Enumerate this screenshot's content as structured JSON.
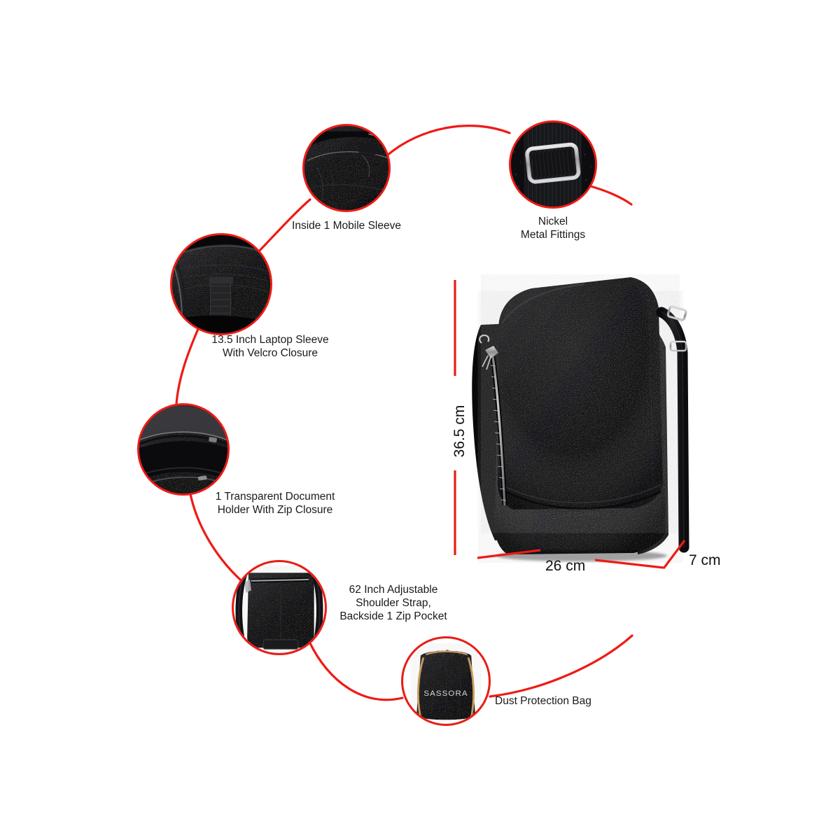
{
  "product": {
    "brand": "SASSORA",
    "type": "leather-messenger-bag",
    "color_hex": "#101010"
  },
  "theme": {
    "accent_hex": "#EE1B15",
    "background_hex": "#FFFFFF",
    "text_hex": "#1A1A1A"
  },
  "callouts": [
    {
      "id": "mobile-sleeve",
      "label": "Inside 1 Mobile Sleeve",
      "icon": "bag-interior-photo"
    },
    {
      "id": "nickel-fittings",
      "label": "Nickel\nMetal Fittings",
      "icon": "metal-buckle-photo"
    },
    {
      "id": "laptop-sleeve",
      "label": "13.5 Inch Laptop Sleeve\nWith Velcro Closure",
      "icon": "laptop-sleeve-photo"
    },
    {
      "id": "document-holder",
      "label": "1 Transparent Document\nHolder With Zip Closure",
      "icon": "document-holder-photo"
    },
    {
      "id": "shoulder-strap",
      "label": "62 Inch Adjustable\nShoulder Strap,\nBackside 1 Zip Pocket",
      "icon": "bag-backside-photo"
    },
    {
      "id": "dust-bag",
      "label": "Dust Protection Bag",
      "icon": "dust-bag-photo"
    }
  ],
  "dimensions": {
    "height": "36.5 cm",
    "width": "26 cm",
    "depth": "7 cm"
  }
}
